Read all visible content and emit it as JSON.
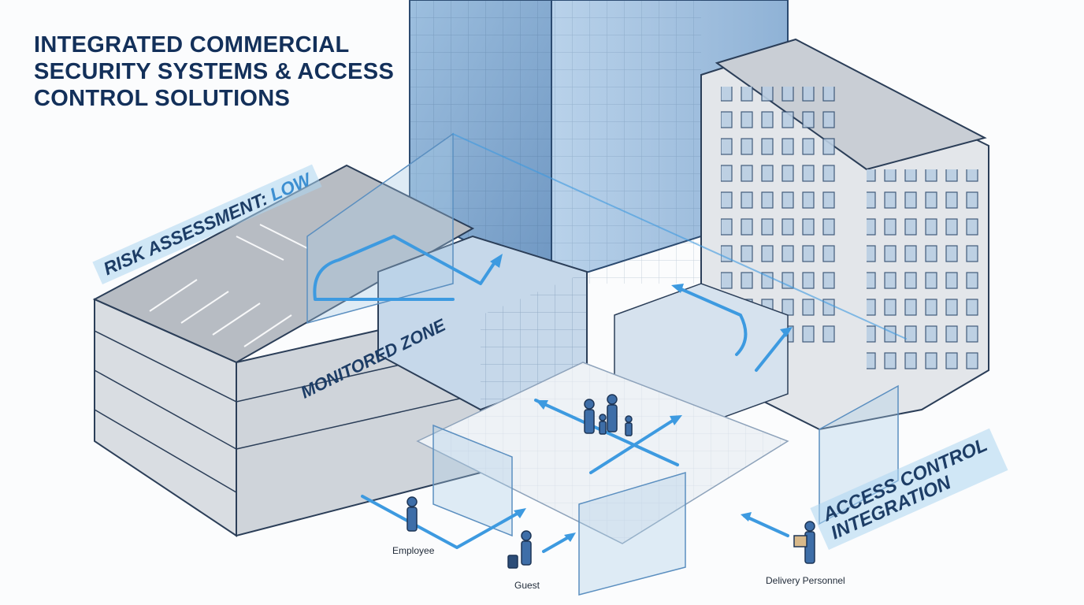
{
  "title": "INTEGRATED COMMERCIAL SECURITY SYSTEMS & ACCESS CONTROL SOLUTIONS",
  "labels": {
    "risk_prefix": "RISK ASSESSMENT:",
    "risk_level": "LOW",
    "monitored_zone": "MONITORED ZONE",
    "access_control_line1": "ACCESS CONTROL",
    "access_control_line2": "INTEGRATION"
  },
  "people": {
    "employee": "Employee",
    "guest": "Guest",
    "delivery": "Delivery Personnel"
  },
  "colors": {
    "title": "#13305a",
    "flow_arrow": "#3d9ae0",
    "glass": "#a9cbe6",
    "label_band": "#add6f0"
  }
}
